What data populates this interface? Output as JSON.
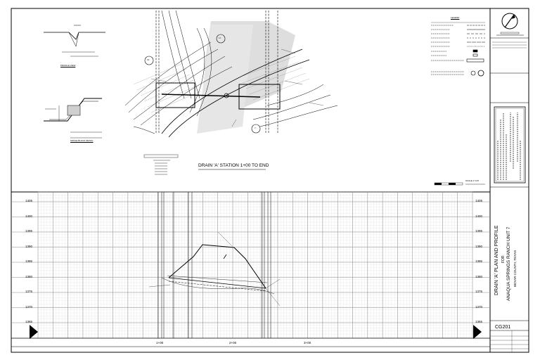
{
  "drawing": {
    "view_title": "DRAIN 'A' STATION 1+00 TO END",
    "sheet_title": "DRAIN 'A' PLAN AND PROFILE",
    "for_label": "FOR",
    "project_name": "ANAQUA SPRINGS RANCH UNIT 7",
    "county": "BEXAR COUNTY, TEXAS",
    "sheet_number": "CG201"
  },
  "profile": {
    "elevations": [
      "1405",
      "1400",
      "1395",
      "1390",
      "1385",
      "1380",
      "1375",
      "1370",
      "1365"
    ],
    "stations": [
      "1+00",
      "2+00",
      "3+00"
    ]
  },
  "plan": {
    "callouts": [
      "16",
      "7",
      "17"
    ],
    "details": [
      "PROFILE VIEW",
      "SWALE BLOCK DETAIL"
    ]
  },
  "legend": {
    "title": "LEGEND"
  },
  "scale": {
    "title": "SCALE 1\"=20'"
  },
  "colors": {
    "line": "#000000",
    "grid_major": "#8a8a8a",
    "grid_minor": "#d6d6d6",
    "shade": "#cfcfcf"
  }
}
